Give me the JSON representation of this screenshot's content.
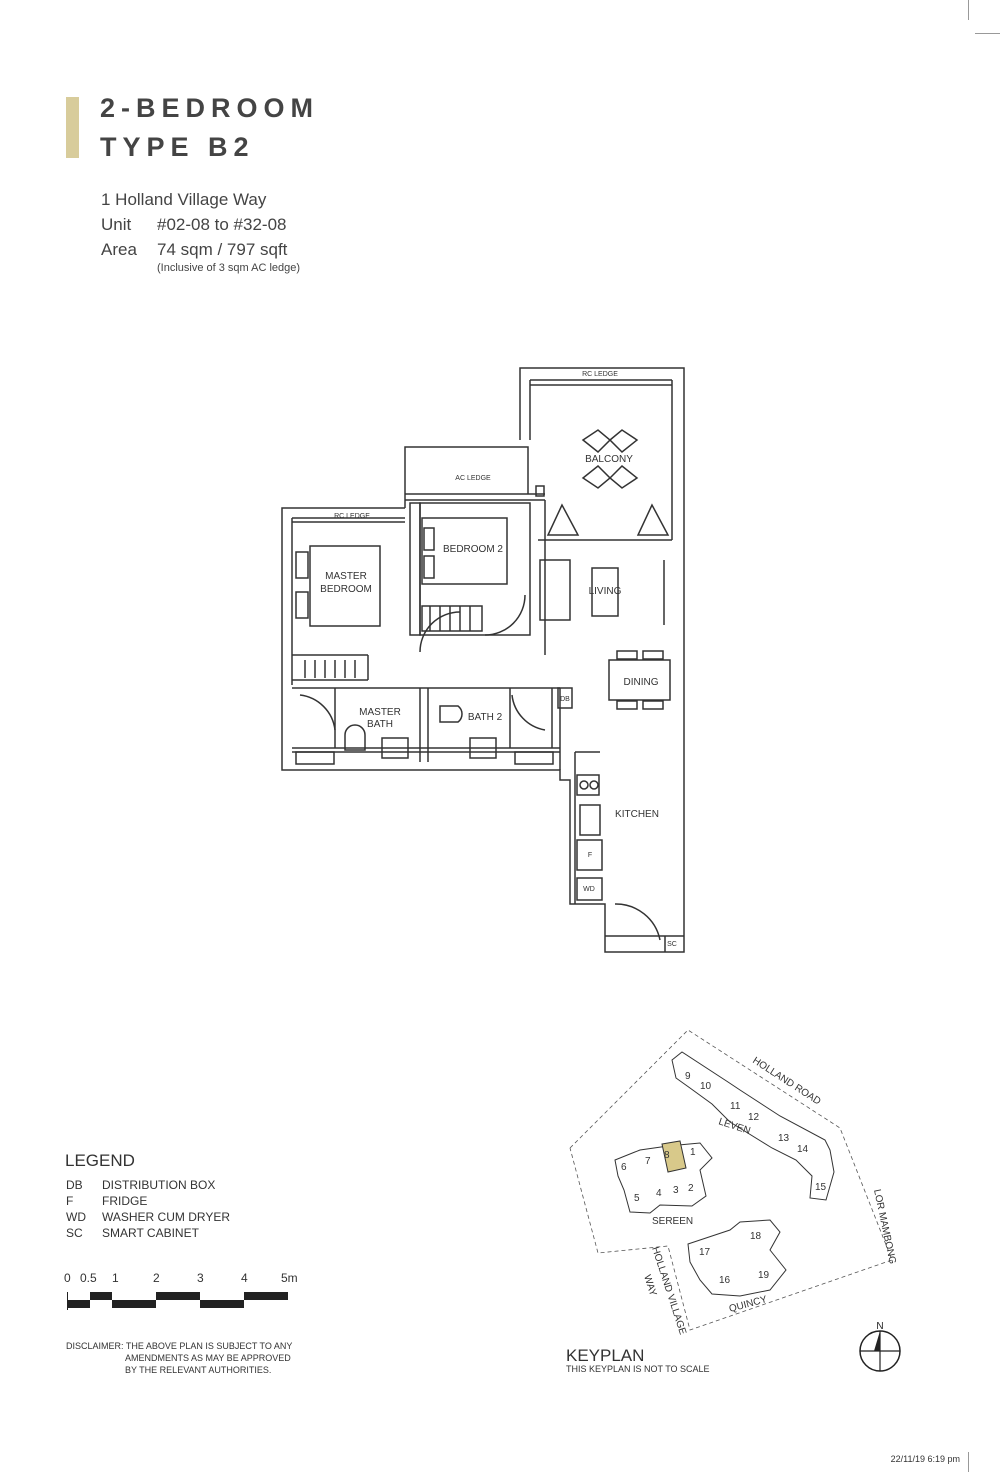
{
  "header": {
    "title_line1": "2-BEDROOM",
    "title_line2": "TYPE B2",
    "address": "1 Holland Village Way",
    "unit_label": "Unit",
    "unit_value": "#02-08 to #32-08",
    "area_label": "Area",
    "area_value": "74 sqm / 797 sqft",
    "area_note": "(Inclusive of 3 sqm AC ledge)"
  },
  "floorplan": {
    "rooms": {
      "rc_ledge_top": "RC LEDGE",
      "balcony": "BALCONY",
      "ac_ledge": "AC LEDGE",
      "rc_ledge_left": "RC LEDGE",
      "bedroom2": "BEDROOM 2",
      "master_bedroom_1": "MASTER",
      "master_bedroom_2": "BEDROOM",
      "living": "LIVING",
      "dining": "DINING",
      "master_bath_1": "MASTER",
      "master_bath_2": "BATH",
      "bath2": "BATH 2",
      "db": "DB",
      "kitchen": "KITCHEN",
      "fridge": "F",
      "washer": "WD",
      "sc": "SC"
    }
  },
  "legend": {
    "title": "LEGEND",
    "items": [
      {
        "code": "DB",
        "desc": "DISTRIBUTION BOX"
      },
      {
        "code": "F",
        "desc": "FRIDGE"
      },
      {
        "code": "WD",
        "desc": "WASHER CUM DRYER"
      },
      {
        "code": "SC",
        "desc": "SMART CABINET"
      }
    ]
  },
  "scale": {
    "labels": [
      "0",
      "0.5",
      "1",
      "2",
      "3",
      "4",
      "5m"
    ]
  },
  "disclaimer": {
    "line1": "DISCLAIMER: THE ABOVE PLAN IS SUBJECT TO ANY",
    "line2": "AMENDMENTS AS MAY BE APPROVED",
    "line3": "BY THE RELEVANT AUTHORITIES."
  },
  "keyplan": {
    "title": "KEYPLAN",
    "subtitle": "THIS KEYPLAN IS NOT TO SCALE",
    "highlight_color": "#d8c98a",
    "highlighted_unit": "8",
    "blocks": [
      "9",
      "10",
      "11",
      "12",
      "13",
      "14",
      "15",
      "1",
      "2",
      "3",
      "4",
      "5",
      "6",
      "7",
      "8",
      "16",
      "17",
      "18",
      "19"
    ],
    "roads": {
      "holland_road": "HOLLAND ROAD",
      "lor_mambong": "LOR MAMBONG",
      "holland_village_way_1": "HOLLAND VILLAGE",
      "holland_village_way_2": "WAY"
    },
    "clusters": {
      "leven": "LEVEN",
      "sereen": "SEREEN",
      "quincy": "QUINCY"
    },
    "compass": "N"
  },
  "timestamp": "22/11/19  6:19 pm",
  "colors": {
    "accent_gold": "#d8cc9b",
    "line": "#333333"
  }
}
